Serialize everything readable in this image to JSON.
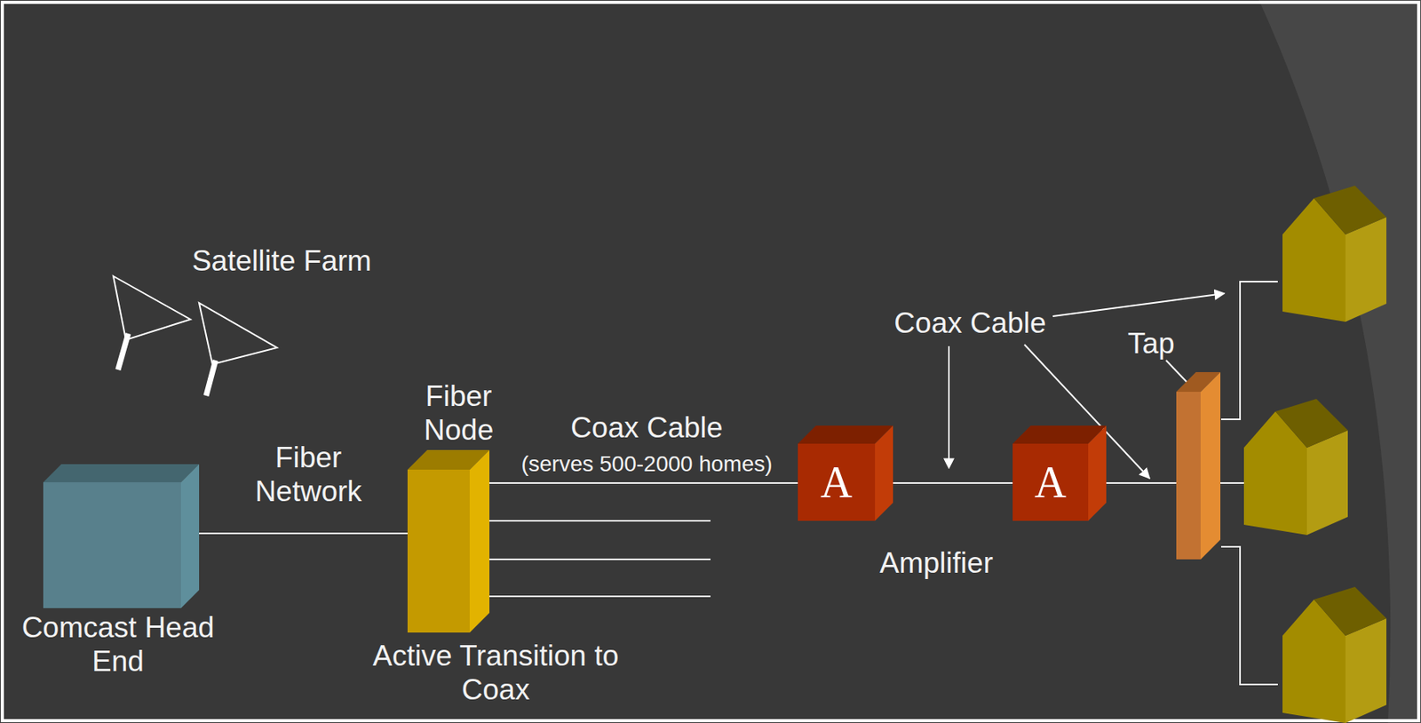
{
  "diagram": {
    "nodes": [
      {
        "text": [
          "Comcast Head End"
        ]
      },
      {
        "text": [
          "Fiber Node",
          "Active Transition to Coax"
        ]
      },
      {
        "text": [
          "A"
        ]
      },
      {
        "text": [
          "A"
        ]
      },
      {
        "text": [
          "Tap"
        ]
      }
    ],
    "edges": [
      {
        "from": 0,
        "to": 1,
        "arrow": "none",
        "label": "Fiber Network"
      },
      {
        "from": 1,
        "to": 2,
        "arrow": "none",
        "label": "Coax Cable"
      },
      {
        "from": 2,
        "to": 3,
        "arrow": "none"
      },
      {
        "from": 3,
        "to": 4,
        "arrow": "none"
      }
    ],
    "labels": [
      "Satellite Farm",
      "(serves 500-2000 homes)",
      "Coax Cable",
      "Amplifier"
    ]
  }
}
